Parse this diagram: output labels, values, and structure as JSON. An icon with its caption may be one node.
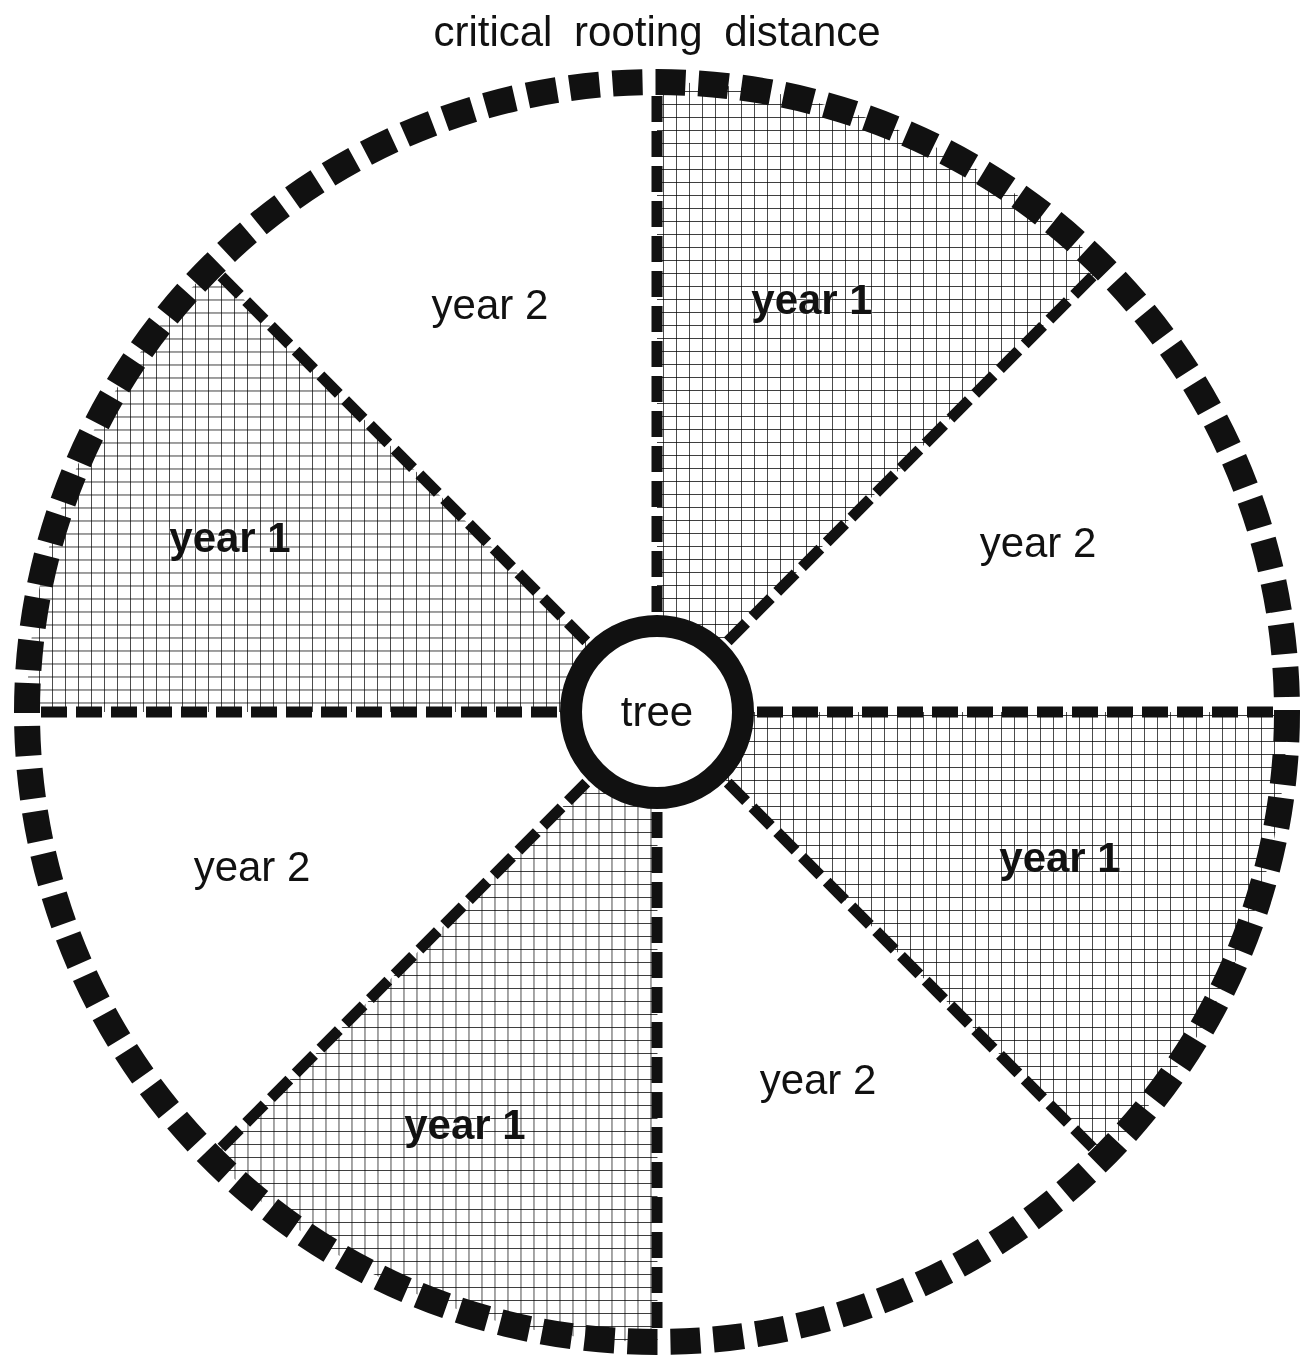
{
  "diagram": {
    "nodes": [
      {
        "text": [
          "critical rooting distance"
        ]
      },
      {
        "text": [
          "year 2"
        ],
        "in": 0
      },
      {
        "text": [
          "year 1"
        ],
        "in": 0
      },
      {
        "text": [
          "year 1"
        ],
        "in": 0
      },
      {
        "text": [
          "year 2"
        ],
        "in": 0
      },
      {
        "text": [
          "tree"
        ],
        "in": 0
      },
      {
        "text": [
          "year 2"
        ],
        "in": 0
      },
      {
        "text": [
          "year 1"
        ],
        "in": 0
      },
      {
        "text": [
          "year 2"
        ],
        "in": 0
      },
      {
        "text": [
          "year 1"
        ],
        "in": 0
      }
    ]
  }
}
